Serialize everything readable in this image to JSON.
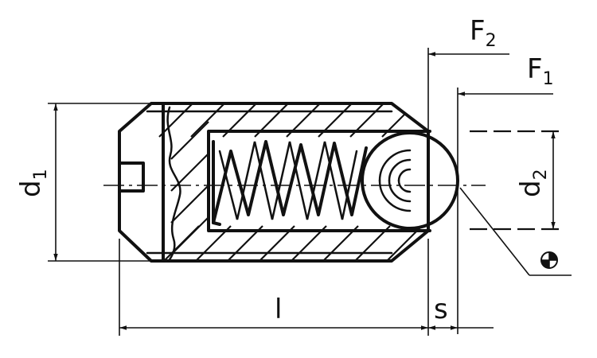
{
  "dimensions": {
    "d1": {
      "main": "d",
      "sub": "1"
    },
    "d2": {
      "main": "d",
      "sub": "2"
    },
    "f1": {
      "main": "F",
      "sub": "1"
    },
    "f2": {
      "main": "F",
      "sub": "2"
    },
    "l": "l",
    "s": "s"
  },
  "symbol": "center-of-gravity-symbol"
}
